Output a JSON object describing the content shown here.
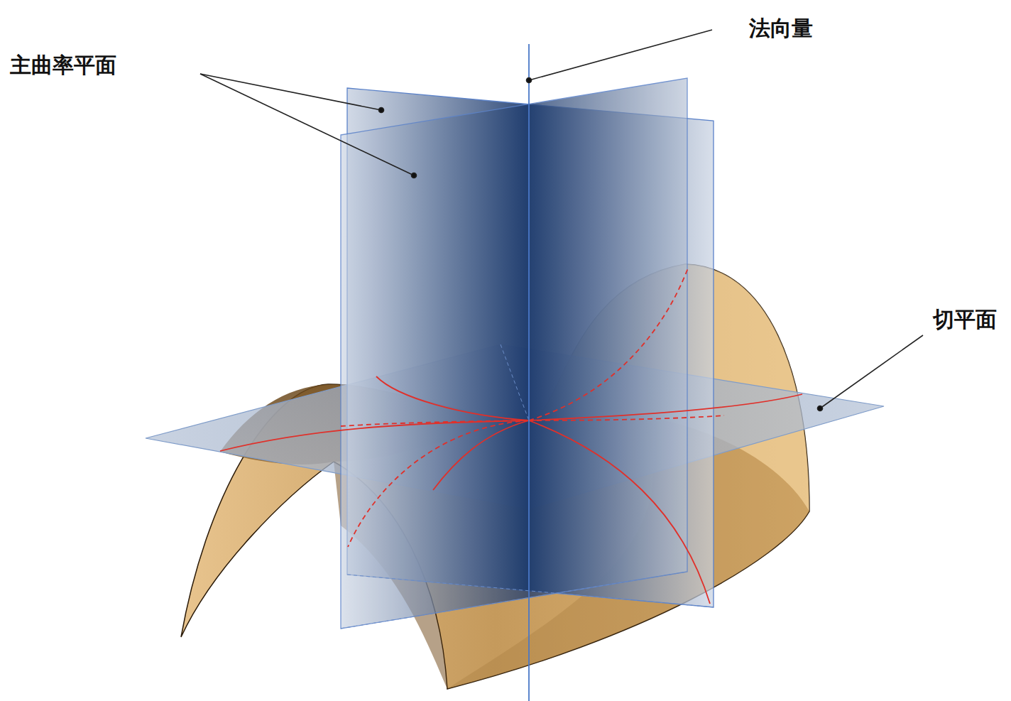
{
  "diagram": {
    "labels": [
      "主曲率平面",
      "法向量",
      "切平面"
    ]
  }
}
